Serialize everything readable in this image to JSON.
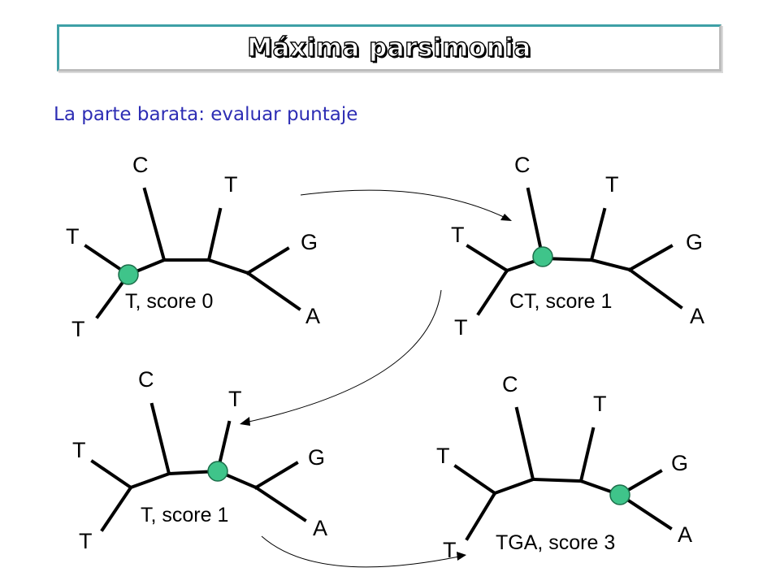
{
  "slide": {
    "title": "Máxima parsimonia",
    "subtitle": "La parte barata: evaluar puntaje"
  },
  "trees": [
    {
      "leaves": {
        "top": "C",
        "upper_right": "T",
        "left_upper": "T",
        "right_upper": "G",
        "left_lower": "T",
        "right_lower": "A"
      },
      "caption": "T, score 0"
    },
    {
      "leaves": {
        "top": "C",
        "upper_right": "T",
        "left_upper": "T",
        "right_upper": "G",
        "left_lower": "T",
        "right_lower": "A"
      },
      "caption": "CT, score 1"
    },
    {
      "leaves": {
        "top": "C",
        "upper_right": "T",
        "left_upper": "T",
        "right_upper": "G",
        "left_lower": "T",
        "right_lower": "A"
      },
      "caption": "T, score 1"
    },
    {
      "leaves": {
        "top": "C",
        "upper_right": "T",
        "left_upper": "T",
        "right_upper": "G",
        "left_lower": "T",
        "right_lower": "A"
      },
      "caption": "TGA, score 3"
    }
  ],
  "colors": {
    "title_border": "#3ea0a6",
    "subtitle": "#2d2db4",
    "node_fill": "#3fc48a"
  }
}
